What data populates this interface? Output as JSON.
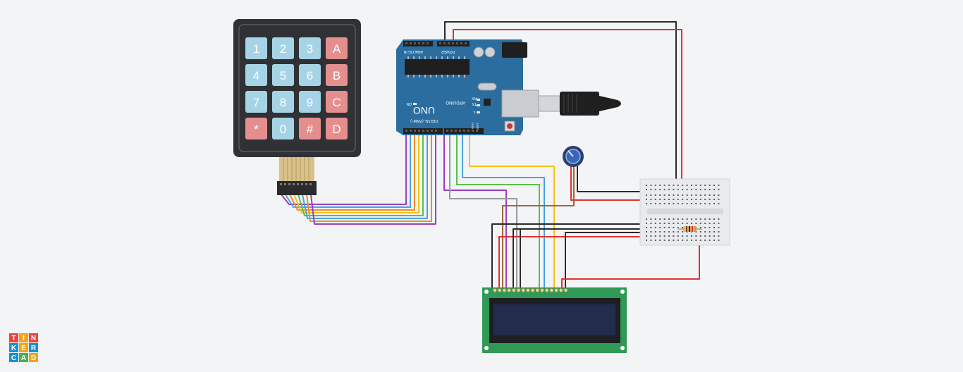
{
  "keypad": {
    "keys": [
      {
        "label": "1",
        "color": "#a7d3e6"
      },
      {
        "label": "2",
        "color": "#a7d3e6"
      },
      {
        "label": "3",
        "color": "#a7d3e6"
      },
      {
        "label": "A",
        "color": "#e58e8e"
      },
      {
        "label": "4",
        "color": "#a7d3e6"
      },
      {
        "label": "5",
        "color": "#a7d3e6"
      },
      {
        "label": "6",
        "color": "#a7d3e6"
      },
      {
        "label": "B",
        "color": "#e58e8e"
      },
      {
        "label": "7",
        "color": "#a7d3e6"
      },
      {
        "label": "8",
        "color": "#a7d3e6"
      },
      {
        "label": "9",
        "color": "#a7d3e6"
      },
      {
        "label": "C",
        "color": "#e58e8e"
      },
      {
        "label": "*",
        "color": "#e58e8e"
      },
      {
        "label": "0",
        "color": "#a7d3e6"
      },
      {
        "label": "#",
        "color": "#e58e8e"
      },
      {
        "label": "D",
        "color": "#e58e8e"
      }
    ]
  },
  "arduino": {
    "model": "UNO",
    "brand": "ARDUINO",
    "header_power": "POWER",
    "header_analog": "ANALOG IN",
    "header_digital": "DIGITAL (PWM~)",
    "label_on": "ON",
    "label_tx": "TX",
    "label_rx": "RX",
    "label_l": "L",
    "label_aref": "AREF",
    "label_gnd": "GND",
    "board_color": "#2b6d9e"
  },
  "logo": {
    "letters": [
      "T",
      "I",
      "N",
      "K",
      "E",
      "R",
      "C",
      "A",
      "D"
    ],
    "colors": [
      "#e8463b",
      "#f4a21d",
      "#e8463b",
      "#1b8fd2",
      "#f4a21d",
      "#1b8fd2",
      "#1b8fd2",
      "#4cae4c",
      "#f4a21d"
    ]
  },
  "wire_colors": {
    "red": "#e03131",
    "black": "#2b2b2b",
    "purple": "#9b3fbf",
    "blue": "#4aa3df",
    "orange": "#f08c2a",
    "yellow": "#f2c318",
    "green": "#5cbf4a",
    "grey": "#9a9a9a",
    "brown": "#a0663a"
  }
}
